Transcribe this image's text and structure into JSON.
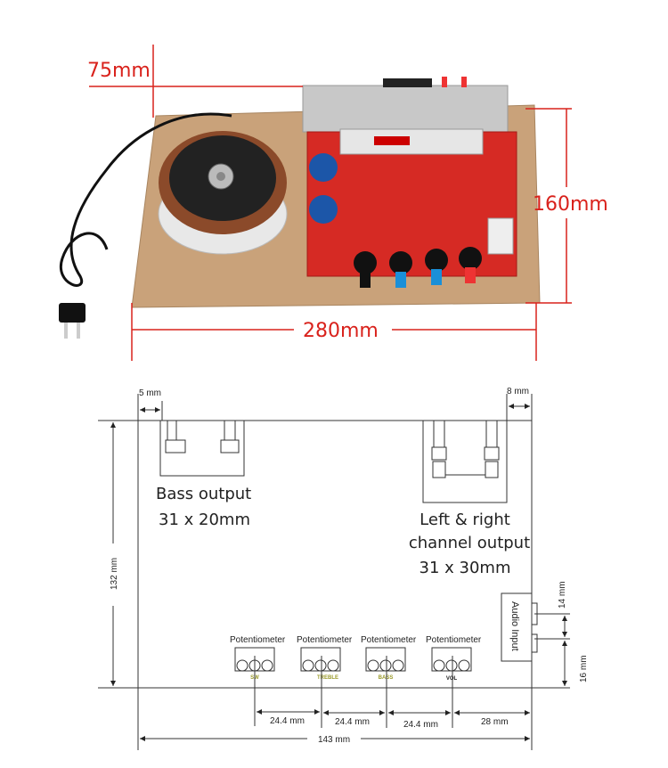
{
  "photo": {
    "dimensions": {
      "offset": "75mm",
      "depth": "160mm",
      "width": "280mm"
    },
    "colors": {
      "dimension": "#d9221c",
      "pcb": "#d62a24",
      "board": "#c9a27a"
    }
  },
  "diagram": {
    "left_margin": "5 mm",
    "right_margin": "8 mm",
    "height": "132 mm",
    "total_width": "143 mm",
    "bass_output": {
      "title": "Bass output",
      "size": "31 x 20mm"
    },
    "lr_output": {
      "line1": "Left & right",
      "line2": "channel output",
      "size": "31 x 30mm"
    },
    "audio_input": {
      "label": "Audio Input",
      "spacing": "14 mm",
      "offset": "16 mm"
    },
    "potentiometers": [
      {
        "label": "Potentiometer",
        "name": "SW"
      },
      {
        "label": "Potentiometer",
        "name": "TREBLE"
      },
      {
        "label": "Potentiometer",
        "name": "BASS"
      },
      {
        "label": "Potentiometer",
        "name": "VOL"
      }
    ],
    "spacings": [
      "24.4 mm",
      "24.4 mm",
      "24.4 mm",
      "28 mm"
    ]
  }
}
